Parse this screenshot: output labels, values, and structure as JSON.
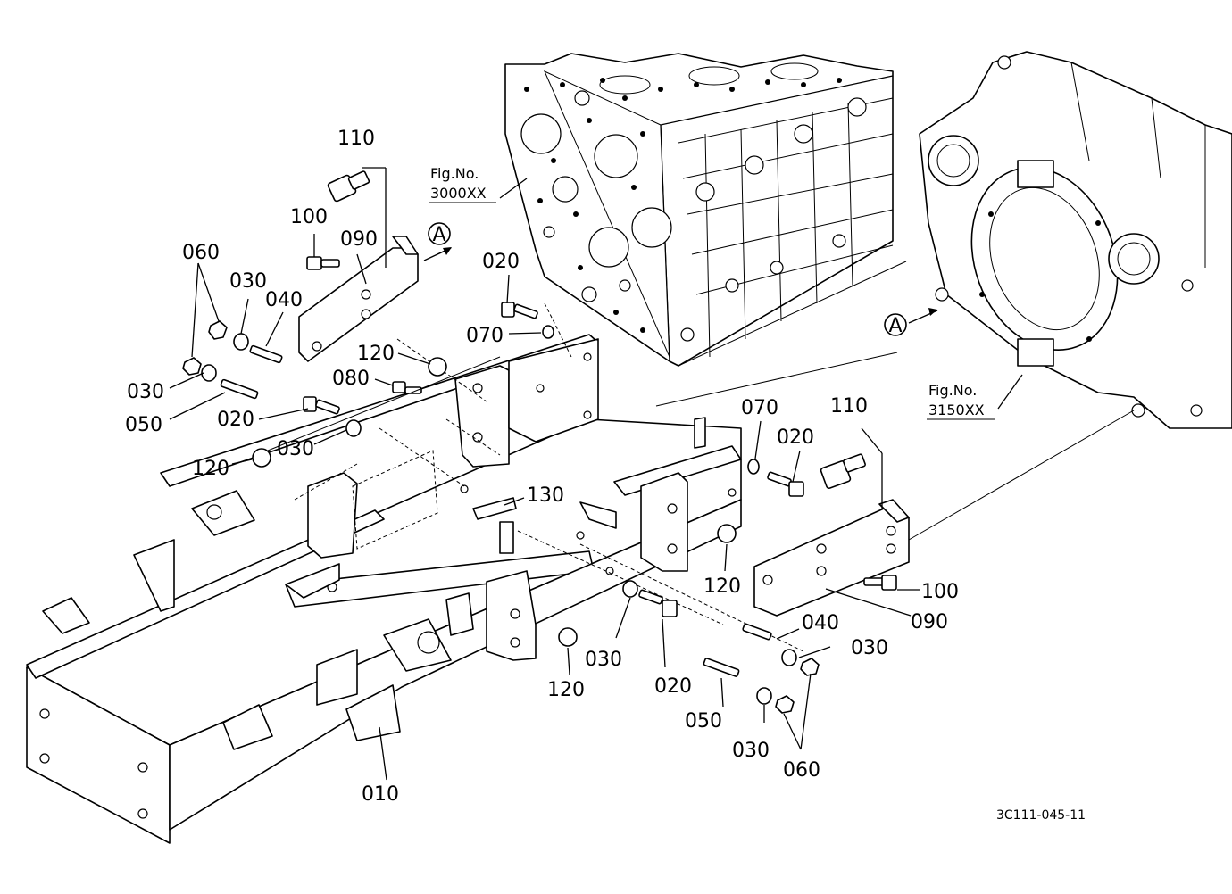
{
  "labels": {
    "p010": "010",
    "p020a": "020",
    "p020b": "020",
    "p020c": "020",
    "p020d": "020",
    "p030a": "030",
    "p030b": "030",
    "p030c": "030",
    "p030d": "030",
    "p030e": "030",
    "p030f": "030",
    "p040a": "040",
    "p040b": "040",
    "p050a": "050",
    "p050b": "050",
    "p060a": "060",
    "p060b": "060",
    "p070a": "070",
    "p070b": "070",
    "p080": "080",
    "p090a": "090",
    "p090b": "090",
    "p100a": "100",
    "p100b": "100",
    "p110a": "110",
    "p110b": "110",
    "p120a": "120",
    "p120b": "120",
    "p120c": "120",
    "p120d": "120",
    "p130": "130"
  },
  "markers": {
    "a_left": "A",
    "a_right": "A"
  },
  "figure_refs": {
    "engine_prefix": "Fig.No.",
    "engine_number": "3000XX",
    "housing_prefix": "Fig.No.",
    "housing_number": "3150XX"
  },
  "drawing_code": "3C111-045-11"
}
